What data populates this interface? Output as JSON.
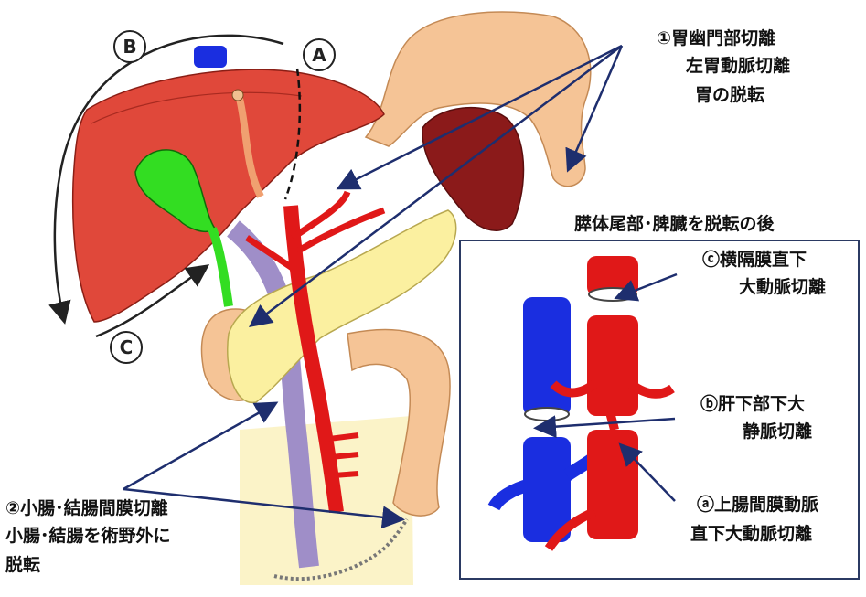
{
  "markers": {
    "a": "A",
    "b": "B",
    "c": "C"
  },
  "labels": {
    "step1_line1": "①胃幽門部切離",
    "step1_line2": "左胃動脈切離",
    "step1_line3": "胃の脱転",
    "inset_caption": "膵体尾部･脾臓を脱転の後",
    "stepC_line1": "ⓒ横隔膜直下",
    "stepC_line2": "大動脈切離",
    "stepB_line1": "ⓑ肝下部下大",
    "stepB_line2": "静脈切離",
    "stepA_line1": "ⓐ上腸間膜動脈",
    "stepA_line2": "直下大動脈切離",
    "step2_line1": "②小腸･結腸間膜切離",
    "step2_line2": "小腸･結腸を術野外に",
    "step2_line3": "脱転"
  },
  "colors": {
    "liver": "#e0483a",
    "gallbladder": "#33dd22",
    "stomach": "#f5c496",
    "spleen": "#8b1a1a",
    "pancreas": "#fbf0a0",
    "artery": "#e01818",
    "vein": "#1a2ee0",
    "portal_vein": "#9f8ec8",
    "arrow": "#1e2e6e"
  }
}
